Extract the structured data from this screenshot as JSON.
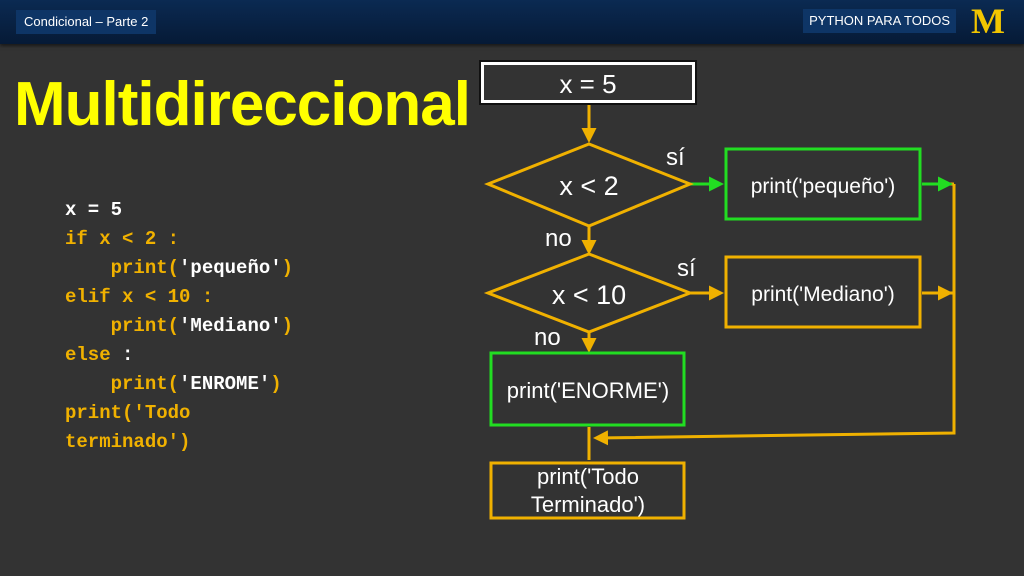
{
  "header": {
    "breadcrumb": "Condicional – Parte 2",
    "brand": "PYTHON PARA TODOS",
    "logo": "M"
  },
  "title": "Multidireccional",
  "code": {
    "line1": "x = 5",
    "line2": "if x < 2 :",
    "line3_a": "    print(",
    "line3_b": "'pequeño'",
    "line3_c": ")",
    "line4": "elif x < 10 :",
    "line5_a": "    print(",
    "line5_b": "'Mediano'",
    "line5_c": ")",
    "line6_a": "else",
    "line6_b": " :",
    "line7_a": "    print(",
    "line7_b": "'ENROME'",
    "line7_c": ")",
    "line8": "print('Todo",
    "line9": "terminado')"
  },
  "flowchart": {
    "assign": "x = 5",
    "cond1": "x < 2",
    "cond2": "x < 10",
    "yes1": "sí",
    "no1": "no",
    "yes2": "sí",
    "no2": "no",
    "print_small": "print('pequeño')",
    "print_medium": "print('Mediano')",
    "print_huge": "print('ENORME')",
    "print_done_1": "print('Todo",
    "print_done_2": "Terminado')"
  },
  "colors": {
    "title": "#ffff00",
    "code_orange": "#f0b100",
    "arrow": "#f0b100",
    "green_box": "#22dd22",
    "orange_box": "#f0b100"
  }
}
